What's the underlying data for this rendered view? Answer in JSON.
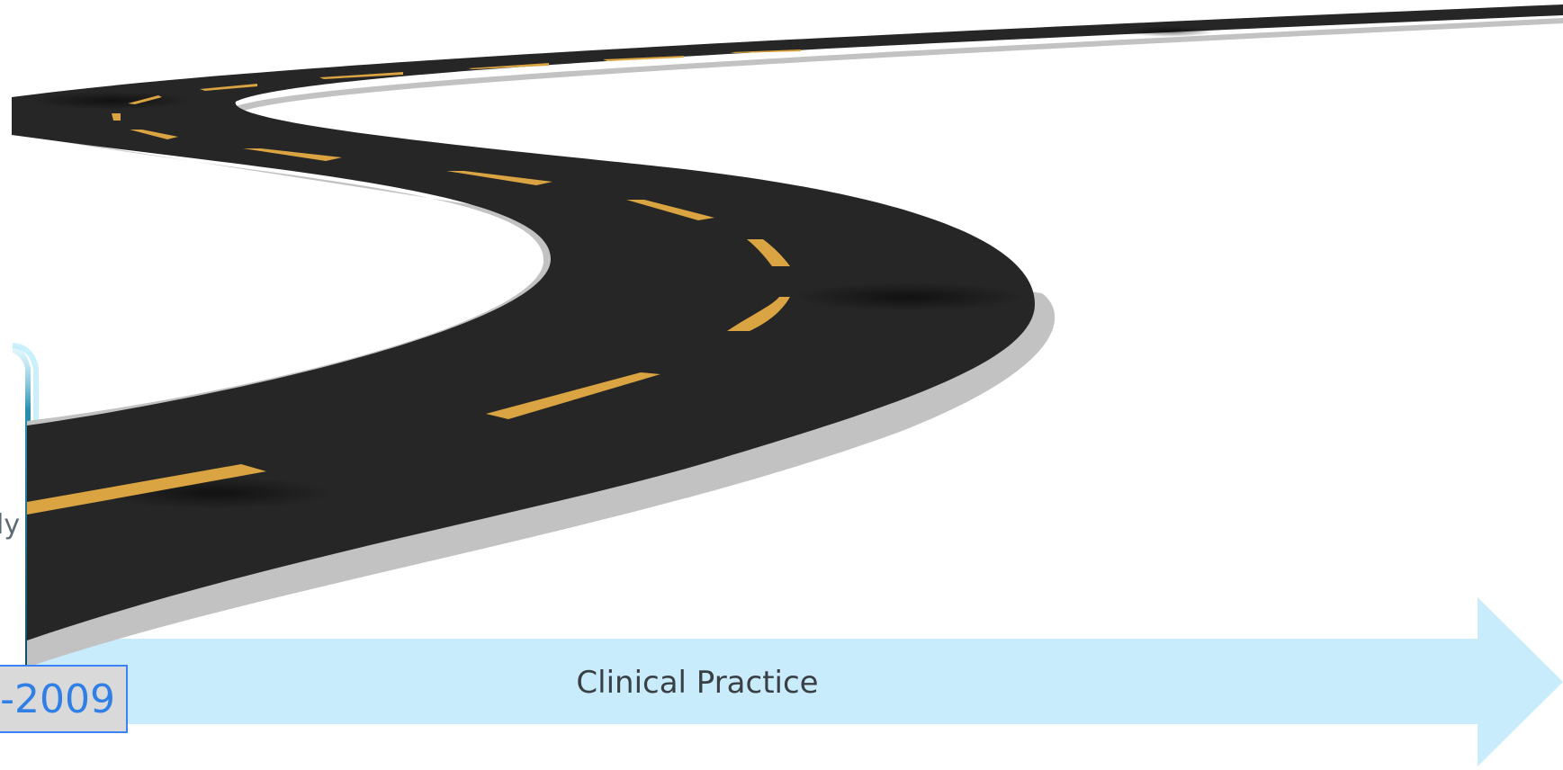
{
  "timeline": {
    "arrow_label": "Clinical Practice",
    "arrow_color": "#c8ecfb",
    "year_label": "-2009",
    "side_text": "ly"
  },
  "road": {
    "asphalt_color": "#262626",
    "lane_marking_color": "#d9a441",
    "edge_shadow_color": "#c2c2c2"
  },
  "accent": {
    "panel_edge_color": "#1f6f8b",
    "panel_glow_color": "#8fdcf5"
  }
}
